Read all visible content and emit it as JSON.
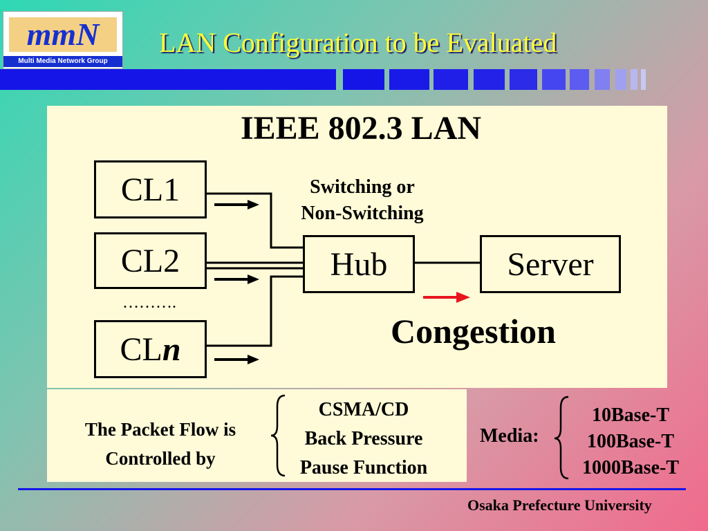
{
  "header": {
    "title": "LAN Configuration to be Evaluated",
    "logo_caption": "Multi Media Network Group",
    "logo_text": "mmN"
  },
  "diagram": {
    "heading": "IEEE 802.3 LAN",
    "clients": [
      "CL1",
      "CL2"
    ],
    "client_n_prefix": "CL",
    "client_n_suffix": "n",
    "ellipsis": "……….",
    "switch_label_line1": "Switching or",
    "switch_label_line2": "Non-Switching",
    "hub": "Hub",
    "server": "Server",
    "congestion": "Congestion"
  },
  "flow_control": {
    "label_line1": "The Packet Flow is",
    "label_line2": "Controlled by",
    "methods": [
      "CSMA/CD",
      "Back Pressure",
      "Pause Function"
    ]
  },
  "media": {
    "label": "Media:",
    "types": [
      "10Base-T",
      "100Base-T",
      "1000Base-T"
    ]
  },
  "footer": {
    "institution": "Osaka Prefecture University"
  },
  "colors": {
    "title_text": "#ffff33",
    "accent_blue": "#1515e8",
    "panel": "#fffbd8",
    "congestion_arrow": "#e8141e"
  }
}
